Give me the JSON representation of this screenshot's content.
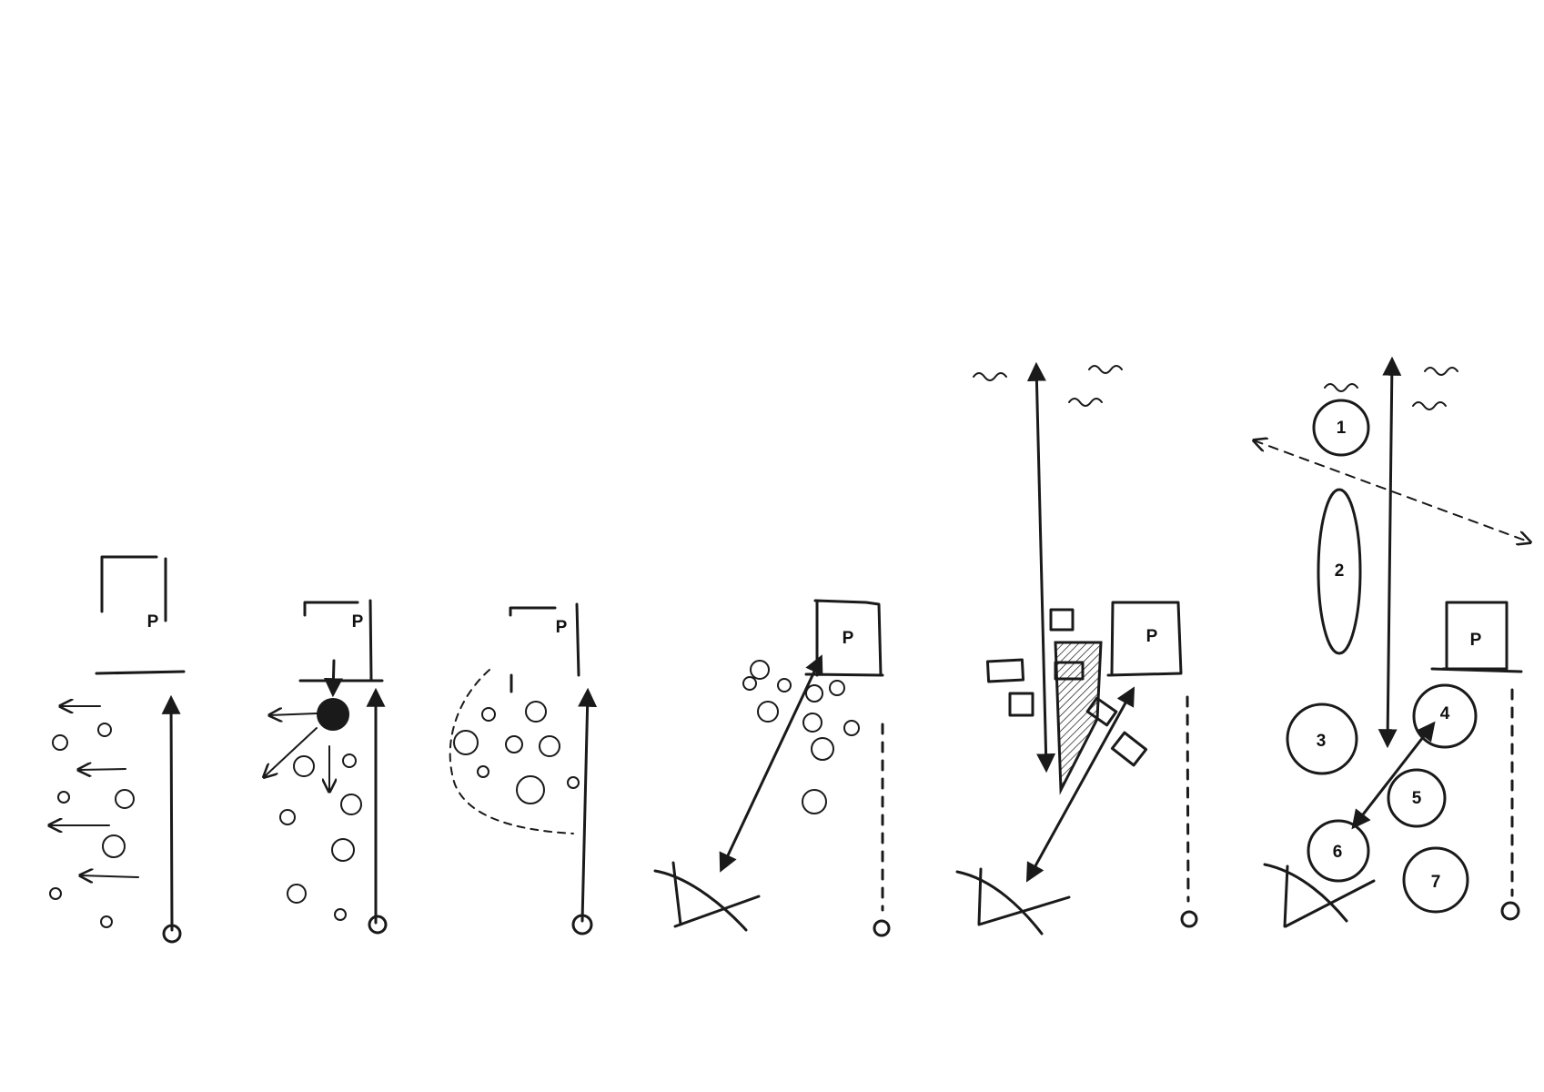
{
  "panels": [
    {
      "id": 1,
      "label": "P"
    },
    {
      "id": 2,
      "label": "P"
    },
    {
      "id": 3,
      "label": "P"
    },
    {
      "id": 4,
      "label": "P"
    },
    {
      "id": 5,
      "label": "P"
    },
    {
      "id": 6,
      "label": "P"
    }
  ],
  "zones": [
    "1",
    "2",
    "3",
    "4",
    "5",
    "6",
    "7"
  ],
  "colors": {
    "ink": "#1a1a1a",
    "paper": "#ffffff"
  }
}
